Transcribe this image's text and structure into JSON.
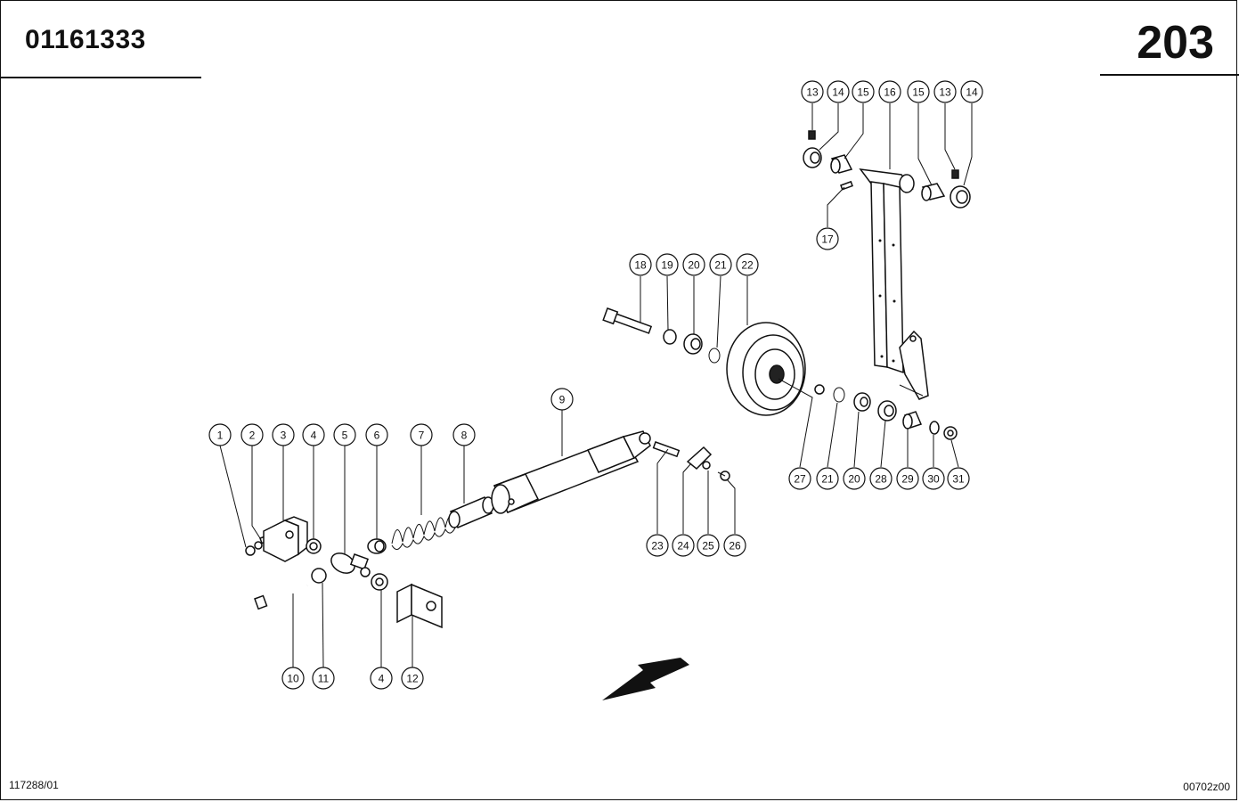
{
  "header": {
    "part_number": "01161333",
    "page_number": "203"
  },
  "footer": {
    "left_code": "117288/01",
    "right_code": "00702z00"
  },
  "callouts": [
    "1",
    "2",
    "3",
    "4",
    "5",
    "6",
    "7",
    "8",
    "9",
    "10",
    "11",
    "4",
    "12",
    "13",
    "14",
    "15",
    "16",
    "15",
    "13",
    "14",
    "17",
    "18",
    "19",
    "20",
    "21",
    "22",
    "27",
    "21",
    "20",
    "28",
    "29",
    "30",
    "31",
    "23",
    "24",
    "25",
    "26"
  ]
}
